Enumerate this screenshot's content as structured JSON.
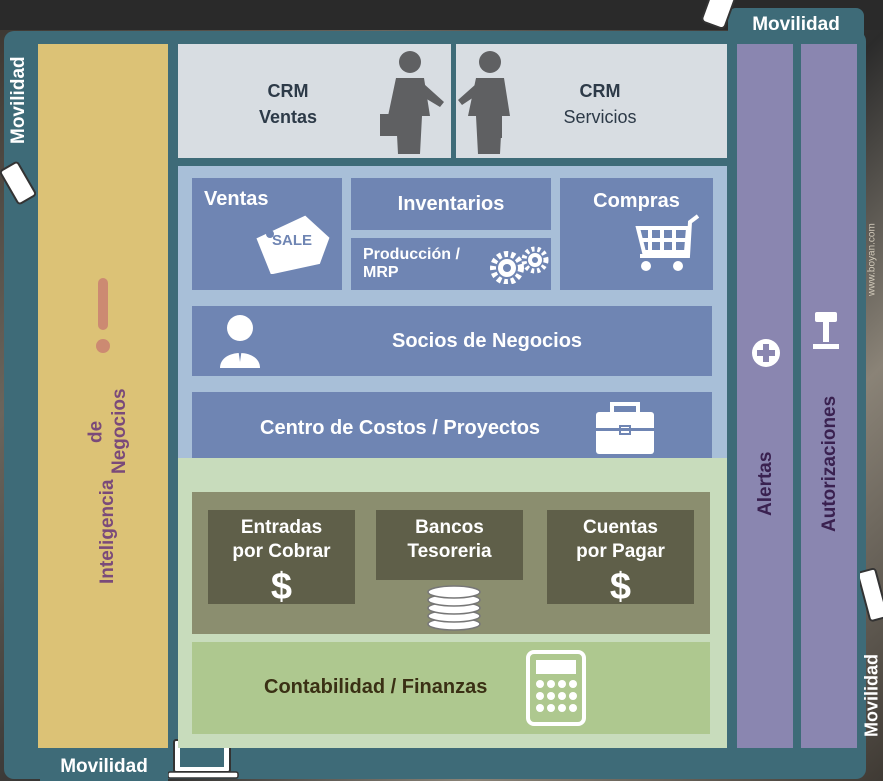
{
  "mobility_top": "Movilidad",
  "mobility_left": "Movilidad",
  "mobility_bottom": "Movilidad",
  "mobility_right": "Movilidad",
  "bi": {
    "line1": "Inteligencia",
    "line2": "de Negocios"
  },
  "crm_sales": {
    "line1": "CRM",
    "line2": "Ventas"
  },
  "crm_services": {
    "line1": "CRM",
    "line2": "Servicios"
  },
  "modules": {
    "ventas": "Ventas",
    "sale_tag": "SALE",
    "inventarios": "Inventarios",
    "compras": "Compras",
    "produccion": {
      "line1": "Producción /",
      "line2": "MRP"
    },
    "socios": "Socios de Negocios",
    "centro": "Centro de Costos / Proyectos"
  },
  "finance": {
    "entradas": {
      "line1": "Entradas",
      "line2": "por Cobrar"
    },
    "bancos": {
      "line1": "Bancos",
      "line2": "Tesoreria"
    },
    "cuentas": {
      "line1": "Cuentas",
      "line2": "por Pagar"
    },
    "dollar": "$",
    "contabilidad": "Contabilidad / Finanzas"
  },
  "alertas": "Alertas",
  "autorizaciones": "Autorizaciones",
  "website": "www.boyan.com"
}
